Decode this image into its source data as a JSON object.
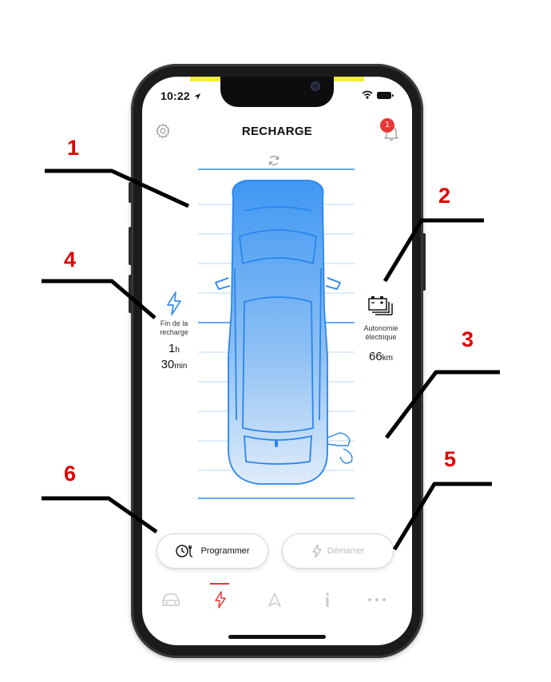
{
  "status_bar": {
    "time": "10:22"
  },
  "header": {
    "title": "RECHARGE",
    "notification_count": "1"
  },
  "left_info": {
    "label_line1": "Fin de la",
    "label_line2": "recharge",
    "hours_value": "1",
    "hours_unit": "h",
    "minutes_value": "30",
    "minutes_unit": "min"
  },
  "right_info": {
    "label_line1": "Autonomie",
    "label_line2": "électrique",
    "value": "66",
    "unit": "km"
  },
  "actions": {
    "schedule_label": "Programmer",
    "start_label": "Démarrer"
  },
  "tabs": [
    {
      "icon": "car-icon"
    },
    {
      "icon": "lightning-icon",
      "active": true
    },
    {
      "icon": "navigation-icon"
    },
    {
      "icon": "info-icon"
    },
    {
      "icon": "more-icon"
    }
  ],
  "annotations": [
    "1",
    "2",
    "3",
    "4",
    "5",
    "6"
  ],
  "colors": {
    "accent": "#e53935",
    "car_blue": "#2f8ff2",
    "annotation_red": "#e00000",
    "lightning_blue": "#3a8de8"
  }
}
